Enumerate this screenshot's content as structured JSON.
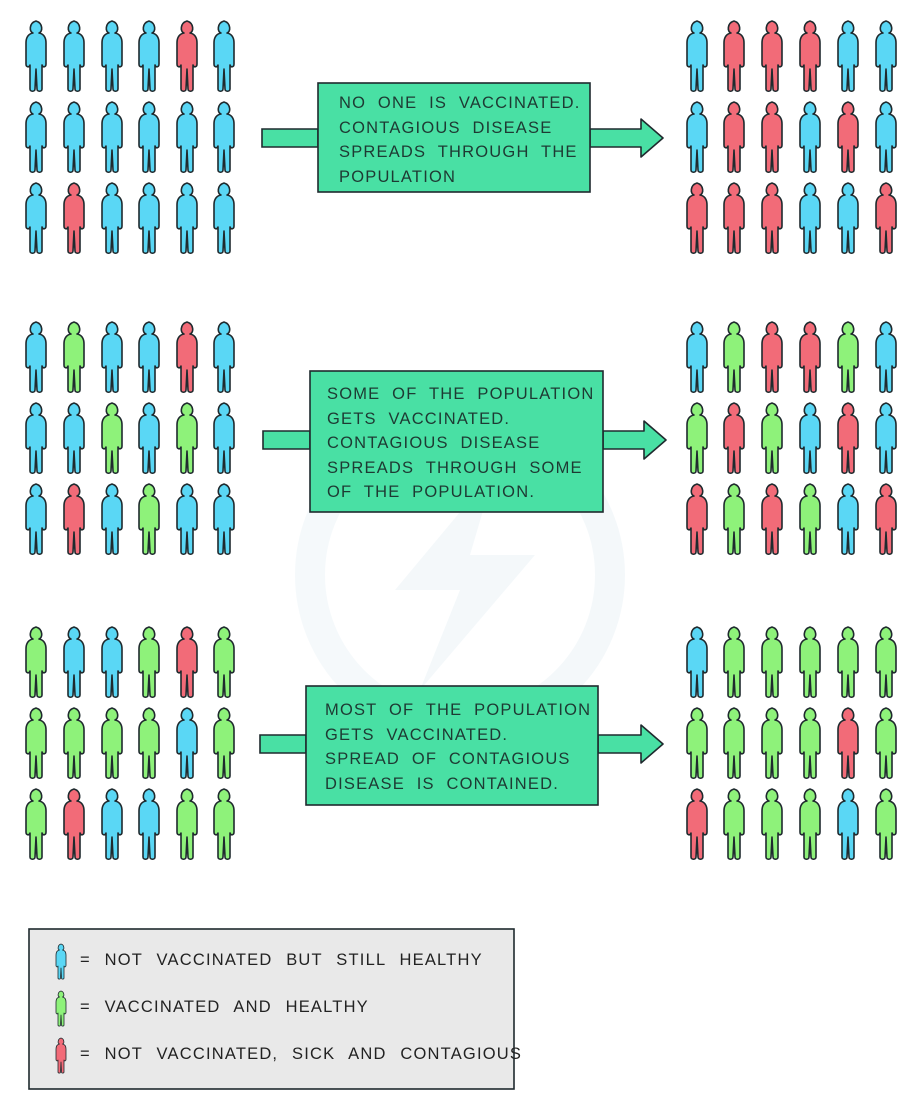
{
  "colors": {
    "not_vaccinated_healthy": "#5ad7f5",
    "vaccinated_healthy": "#8ef27a",
    "sick_contagious": "#f26b78",
    "box_fill": "#49e0a4",
    "arrow_fill": "#49e0a4",
    "outline": "#1f2a2e",
    "legend_fill": "#e9e9e9"
  },
  "person_codes": {
    "B": "not-vaccinated-healthy",
    "G": "vaccinated-healthy",
    "R": "sick-contagious"
  },
  "scenarios": [
    {
      "id": "no-vaccination",
      "description_lines": [
        "NO ONE IS VACCINATED.",
        "CONTAGIOUS DISEASE",
        "SPREADS THROUGH THE",
        "POPULATION"
      ],
      "before": [
        "BBBBRB",
        "BBBBBB",
        "BRBBBB"
      ],
      "after": [
        "BRRRBB",
        "BRRBRB",
        "RRRBBR"
      ]
    },
    {
      "id": "some-vaccination",
      "description_lines": [
        "SOME OF THE POPULATION",
        "GETS VACCINATED.",
        "CONTAGIOUS DISEASE",
        "SPREADS THROUGH SOME",
        "OF THE POPULATION."
      ],
      "before": [
        "BGBBRB",
        "BBGBGB",
        "BRBGBB"
      ],
      "after": [
        "BGRRGB",
        "GRGBRB",
        "RGRGBR"
      ]
    },
    {
      "id": "most-vaccination",
      "description_lines": [
        "MOST OF THE POPULATION",
        "GETS VACCINATED.",
        "SPREAD OF CONTAGIOUS",
        "DISEASE IS CONTAINED."
      ],
      "before": [
        "GBBGRG",
        "GGGGBG",
        "GRBBGG"
      ],
      "after": [
        "BGGGGG",
        "GGGGRG",
        "RGGGBG"
      ]
    }
  ],
  "legend": {
    "items": [
      {
        "code": "B",
        "label": "= NOT VACCINATED BUT STILL HEALTHY"
      },
      {
        "code": "G",
        "label": "= VACCINATED AND HEALTHY"
      },
      {
        "code": "R",
        "label": "= NOT VACCINATED, SICK AND CONTAGIOUS"
      }
    ]
  }
}
